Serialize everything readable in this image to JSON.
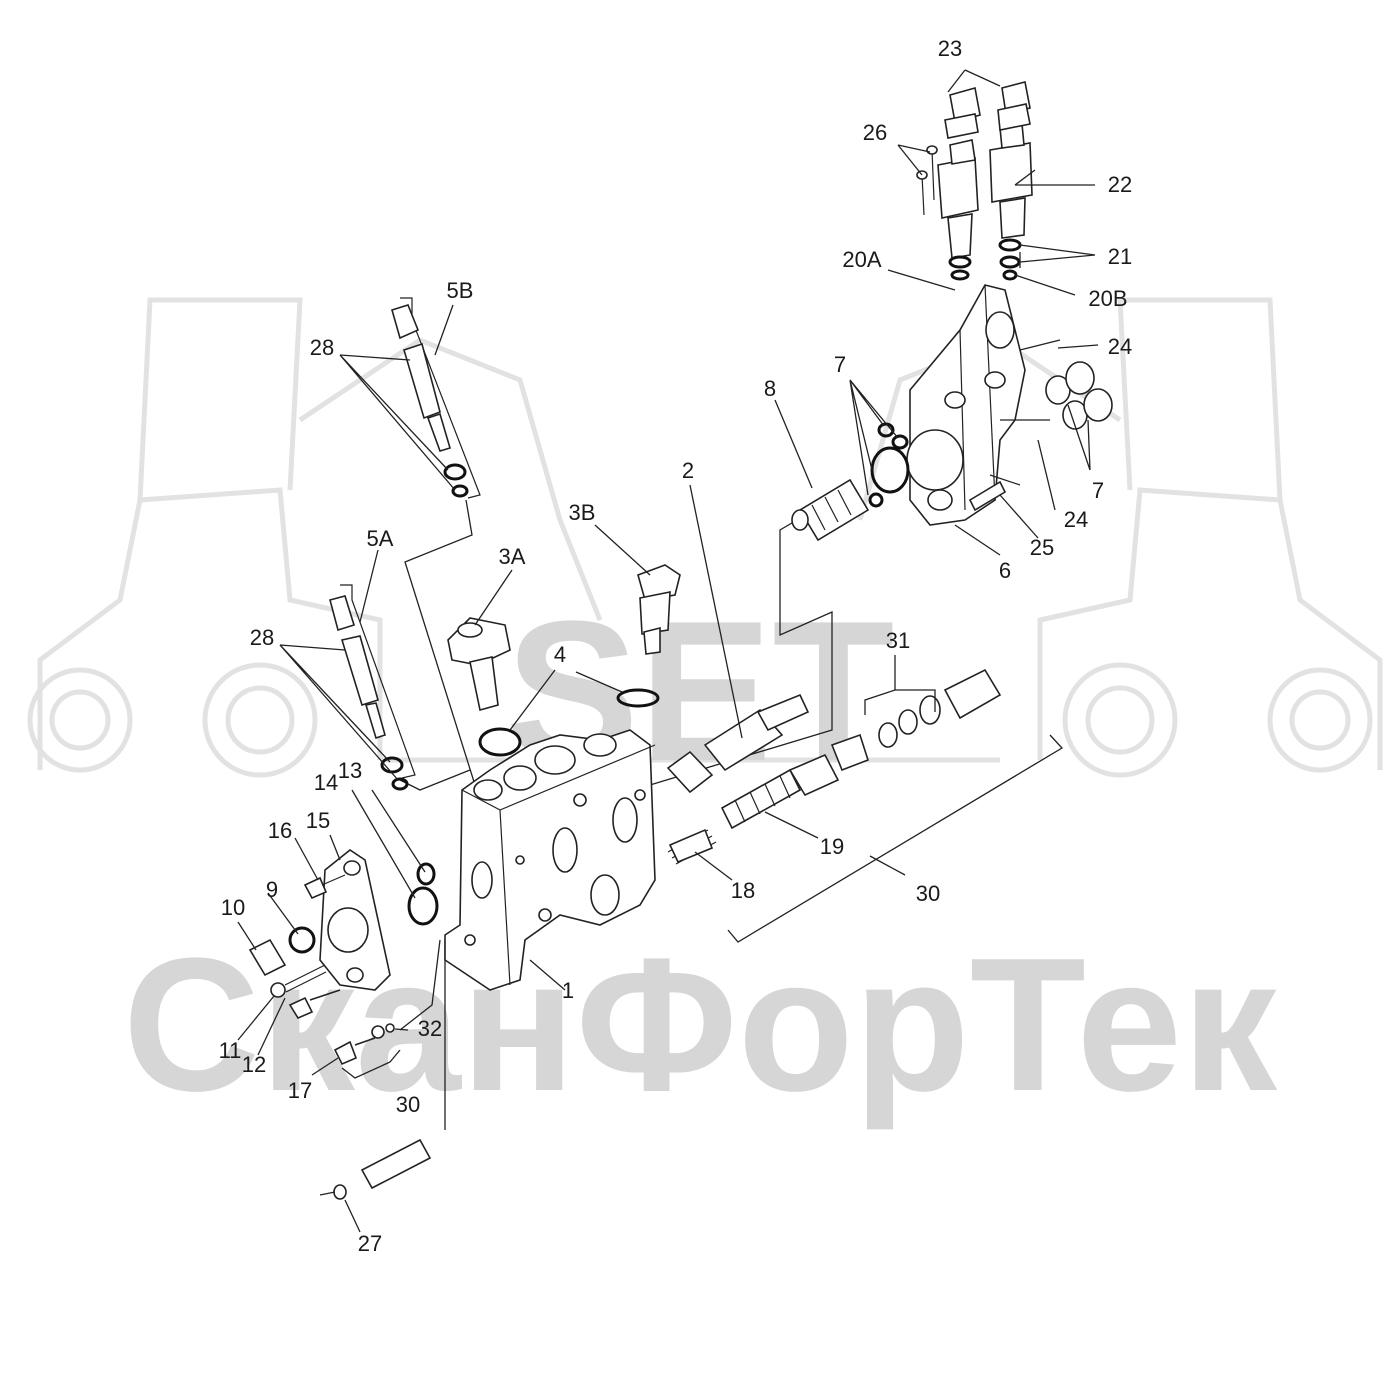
{
  "watermark": {
    "logo_text": "SET",
    "company_name": "СканФорТек"
  },
  "callouts": [
    {
      "id": "c1",
      "text": "1"
    },
    {
      "id": "c2",
      "text": "2"
    },
    {
      "id": "c3a",
      "text": "3A"
    },
    {
      "id": "c3b",
      "text": "3B"
    },
    {
      "id": "c4",
      "text": "4"
    },
    {
      "id": "c5a",
      "text": "5A"
    },
    {
      "id": "c5b",
      "text": "5B"
    },
    {
      "id": "c6",
      "text": "6"
    },
    {
      "id": "c7a",
      "text": "7"
    },
    {
      "id": "c7b",
      "text": "7"
    },
    {
      "id": "c8",
      "text": "8"
    },
    {
      "id": "c9",
      "text": "9"
    },
    {
      "id": "c10",
      "text": "10"
    },
    {
      "id": "c11",
      "text": "11"
    },
    {
      "id": "c12",
      "text": "12"
    },
    {
      "id": "c13",
      "text": "13"
    },
    {
      "id": "c14",
      "text": "14"
    },
    {
      "id": "c15",
      "text": "15"
    },
    {
      "id": "c16",
      "text": "16"
    },
    {
      "id": "c17",
      "text": "17"
    },
    {
      "id": "c18",
      "text": "18"
    },
    {
      "id": "c19",
      "text": "19"
    },
    {
      "id": "c20a",
      "text": "20A"
    },
    {
      "id": "c20b",
      "text": "20B"
    },
    {
      "id": "c21",
      "text": "21"
    },
    {
      "id": "c22",
      "text": "22"
    },
    {
      "id": "c23",
      "text": "23"
    },
    {
      "id": "c24a",
      "text": "24"
    },
    {
      "id": "c24b",
      "text": "24"
    },
    {
      "id": "c25",
      "text": "25"
    },
    {
      "id": "c26",
      "text": "26"
    },
    {
      "id": "c27",
      "text": "27"
    },
    {
      "id": "c28a",
      "text": "28"
    },
    {
      "id": "c28b",
      "text": "28"
    },
    {
      "id": "c30a",
      "text": "30"
    },
    {
      "id": "c30b",
      "text": "30"
    },
    {
      "id": "c31",
      "text": "31"
    },
    {
      "id": "c32",
      "text": "32"
    }
  ]
}
